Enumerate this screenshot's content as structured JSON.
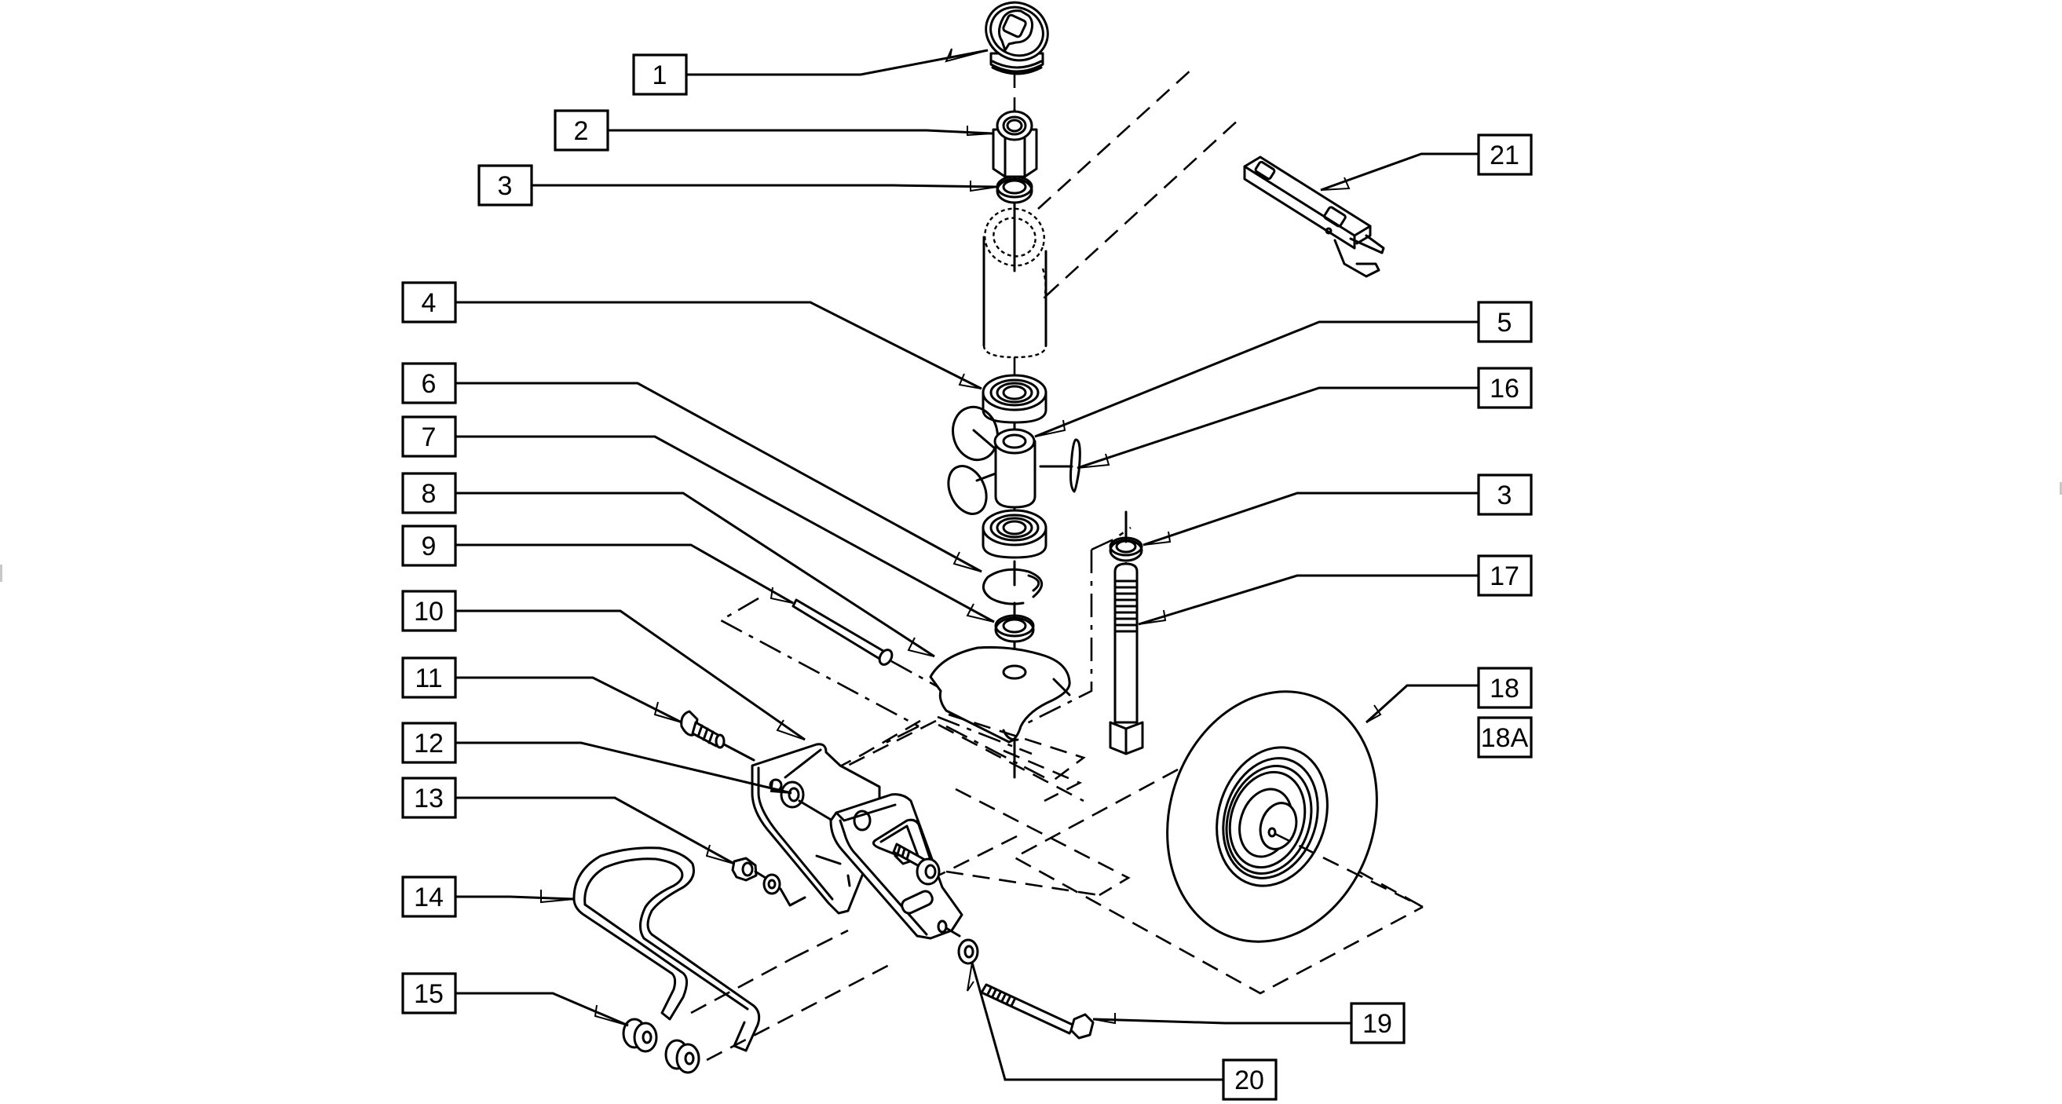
{
  "document": {
    "type": "exploded parts diagram",
    "subject": "caster wheel fork assembly"
  },
  "callouts": [
    {
      "id": "c1",
      "label": "1",
      "part": "cap"
    },
    {
      "id": "c2",
      "label": "2",
      "part": "lock-nut"
    },
    {
      "id": "c3a",
      "label": "3",
      "part": "washer"
    },
    {
      "id": "c4",
      "label": "4",
      "part": "bearing"
    },
    {
      "id": "c5",
      "label": "5",
      "part": "spacer"
    },
    {
      "id": "c16",
      "label": "16",
      "part": "clip"
    },
    {
      "id": "c6",
      "label": "6",
      "part": "retaining-ring"
    },
    {
      "id": "c7",
      "label": "7",
      "part": "washer"
    },
    {
      "id": "c8",
      "label": "8",
      "part": "fork-plate"
    },
    {
      "id": "c9",
      "label": "9",
      "part": "pin"
    },
    {
      "id": "c10",
      "label": "10",
      "part": "bracket"
    },
    {
      "id": "c11",
      "label": "11",
      "part": "screw"
    },
    {
      "id": "c12",
      "label": "12",
      "part": "bushing"
    },
    {
      "id": "c13",
      "label": "13",
      "part": "nut"
    },
    {
      "id": "c14",
      "label": "14",
      "part": "wire-handle"
    },
    {
      "id": "c15",
      "label": "15",
      "part": "grommet"
    },
    {
      "id": "c21",
      "label": "21",
      "part": "latch"
    },
    {
      "id": "c3b",
      "label": "3",
      "part": "washer"
    },
    {
      "id": "c17",
      "label": "17",
      "part": "axle-bolt"
    },
    {
      "id": "c18",
      "label": "18",
      "part": "wheel"
    },
    {
      "id": "c18a",
      "label": "18A",
      "part": "wheel-alt"
    },
    {
      "id": "c19",
      "label": "19",
      "part": "bolt"
    },
    {
      "id": "c20",
      "label": "20",
      "part": "washer"
    }
  ]
}
